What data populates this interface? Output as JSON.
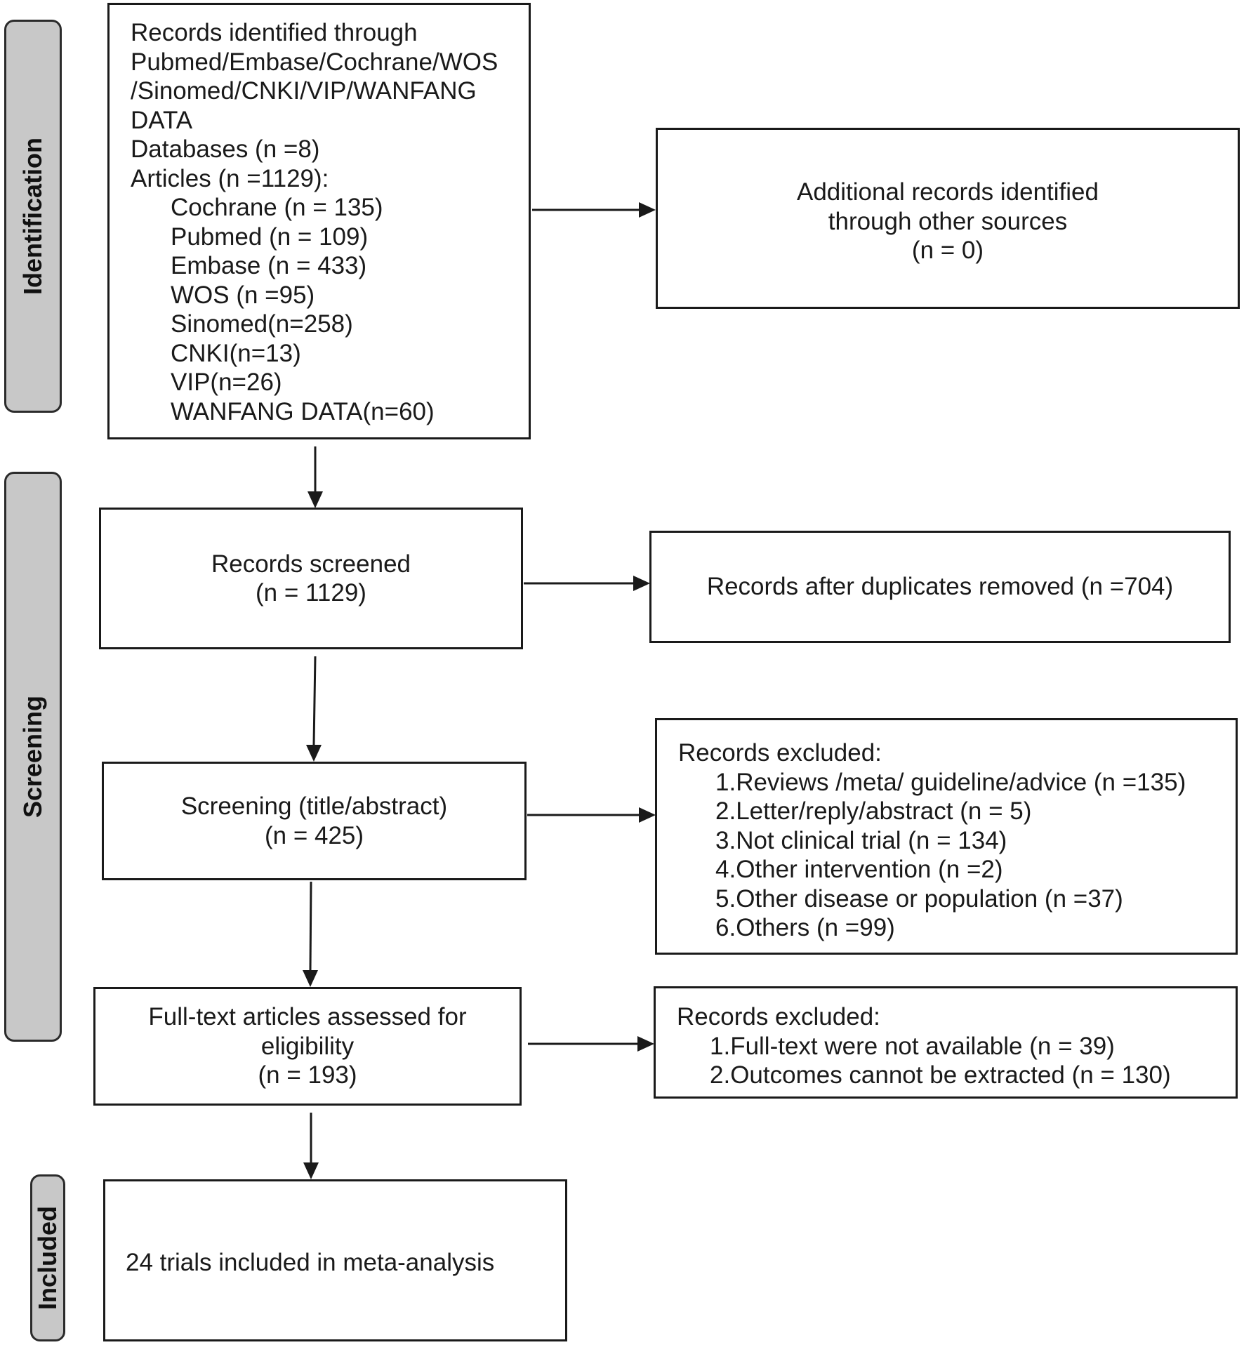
{
  "phases": {
    "identification": "Identification",
    "screening": "Screening",
    "included": "Included"
  },
  "identification_box": {
    "lines": [
      "Records identified through",
      "Pubmed/Embase/Cochrane/WOS",
      "/Sinomed/CNKI/VIP/WANFANG",
      "DATA",
      "Databases (n =8)",
      "Articles (n =1129):"
    ],
    "sources": [
      "Cochrane (n = 135)",
      "Pubmed (n = 109)",
      "Embase (n = 433)",
      "WOS (n =95)",
      "Sinomed(n=258)",
      "CNKI(n=13)",
      "VIP(n=26)",
      "WANFANG DATA(n=60)"
    ]
  },
  "additional_box": {
    "lines": [
      "Additional records identified",
      "through other sources",
      "(n = 0)"
    ]
  },
  "screened_box": {
    "lines": [
      "Records screened",
      "(n = 1129)"
    ]
  },
  "duplicates_box": {
    "text": "Records after duplicates removed (n =704)"
  },
  "title_abstract_box": {
    "lines": [
      "Screening (title/abstract)",
      "(n = 425)"
    ]
  },
  "excluded_box_1": {
    "heading": "Records excluded:",
    "items": [
      "1.Reviews /meta/ guideline/advice (n =135)",
      "2.Letter/reply/abstract (n = 5)",
      "3.Not clinical trial (n = 134)",
      "4.Other intervention (n =2)",
      "5.Other disease or population (n =37)",
      "6.Others (n =99)"
    ]
  },
  "fulltext_box": {
    "lines": [
      "Full-text articles assessed for",
      "eligibility",
      "(n = 193)"
    ]
  },
  "excluded_box_2": {
    "heading": "Records excluded:",
    "items": [
      "1.Full-text were not available (n = 39)",
      "2.Outcomes cannot be extracted (n = 130)"
    ]
  },
  "included_box": {
    "text": "24 trials included in meta-analysis"
  }
}
